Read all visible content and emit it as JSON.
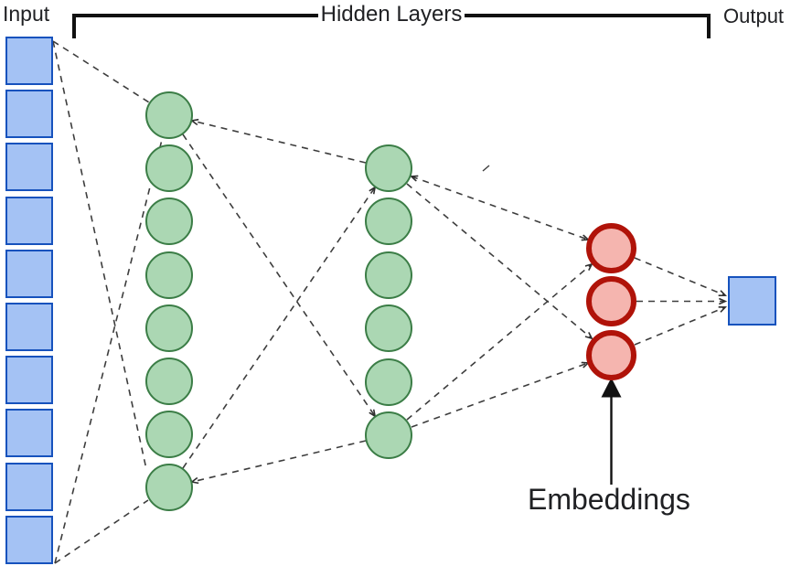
{
  "labels": {
    "input": "Input",
    "hidden_layers": "Hidden Layers",
    "output": "Output",
    "embeddings": "Embeddings"
  },
  "colors": {
    "input_fill": "#a4c2f4",
    "input_border": "#1652bd",
    "hidden_fill": "#abd7b3",
    "hidden_border": "#3b7d46",
    "embedding_fill": "#f5b5af",
    "embedding_border": "#b01309",
    "connector": "#3d3d3d",
    "bracket": "#111111",
    "text": "#202124"
  },
  "diagram": {
    "type": "neural-network",
    "connector_style": "dashed",
    "layers": [
      {
        "name": "input",
        "shape": "square",
        "count": 10
      },
      {
        "name": "hidden-1",
        "shape": "circle",
        "count": 8
      },
      {
        "name": "hidden-2",
        "shape": "circle",
        "count": 6
      },
      {
        "name": "embeddings",
        "shape": "circle",
        "count": 3
      },
      {
        "name": "output",
        "shape": "square",
        "count": 1
      }
    ]
  }
}
